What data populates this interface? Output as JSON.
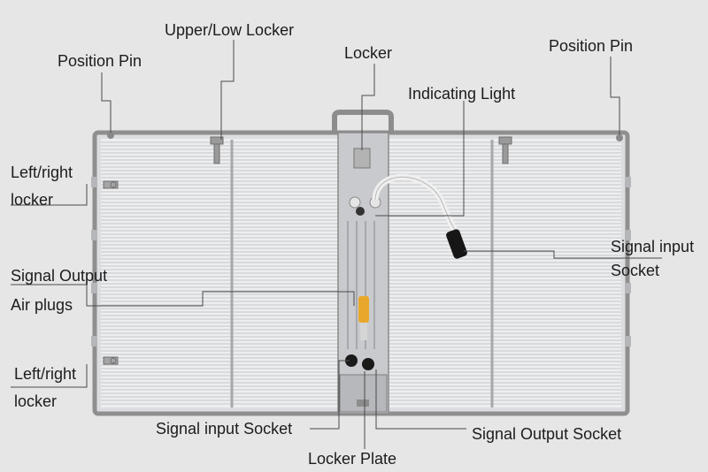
{
  "labels": {
    "position_pin_left": "Position Pin",
    "upper_low_locker": "Upper/Low Locker",
    "locker": "Locker",
    "indicating_light": "Indicating Light",
    "position_pin_right": "Position Pin",
    "left_right_locker_top": [
      "Left/right",
      "locker"
    ],
    "signal_output_air_plugs": [
      "Signal Output",
      "Air plugs"
    ],
    "left_right_locker_bottom": [
      "Left/right",
      "locker"
    ],
    "signal_input_socket_right": [
      "Signal input",
      "Socket"
    ],
    "signal_input_socket_bottom": "Signal input Socket",
    "signal_output_socket": "Signal Output Socket",
    "locker_plate": "Locker Plate"
  },
  "colors": {
    "background": "#e6e6e6",
    "panel_face": "#e9eaec",
    "frame": "#9a9a9a",
    "strip_line": "#c4c6c9",
    "leader_line": "#4a4a4a",
    "label_text": "#1c1c1c"
  }
}
